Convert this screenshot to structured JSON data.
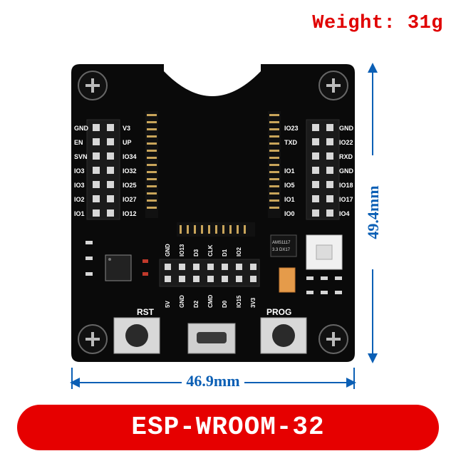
{
  "weight_label": "Weight: 31g",
  "width_dimension": "46.9mm",
  "height_dimension": "49.4mm",
  "product_name": "ESP-WROOM-32",
  "board": {
    "left_labels": [
      "GND",
      "EN",
      "SVN",
      "IO3",
      "IO3",
      "IO2",
      "IO1"
    ],
    "left_labels_b": [
      "V3",
      "UP",
      "IO34",
      "IO32",
      "IO25",
      "IO27",
      "IO12"
    ],
    "right_labels_a": [
      "IO23",
      "TXD",
      "",
      "IO1",
      "IO5",
      "IO1",
      "IO0"
    ],
    "right_labels_b": [
      "GND",
      "IO22",
      "RXD",
      "GND",
      "IO18",
      "IO17",
      "IO4"
    ],
    "top_bottom_labels": [
      "GND",
      "IO13",
      "D3",
      "CLK",
      "D1",
      "IO2"
    ],
    "bottom_row_labels": [
      "5V",
      "GND",
      "D2",
      "CMD",
      "D0",
      "IO15",
      "3V3"
    ],
    "regulator_text_1": "AMS1117",
    "regulator_text_2": "3.3 DX17",
    "rst_label": "RST",
    "prog_label": "PROG"
  },
  "colors": {
    "accent_red": "#e60000",
    "dimension_blue": "#0b5fb5",
    "board_black": "#0a0a0a"
  }
}
